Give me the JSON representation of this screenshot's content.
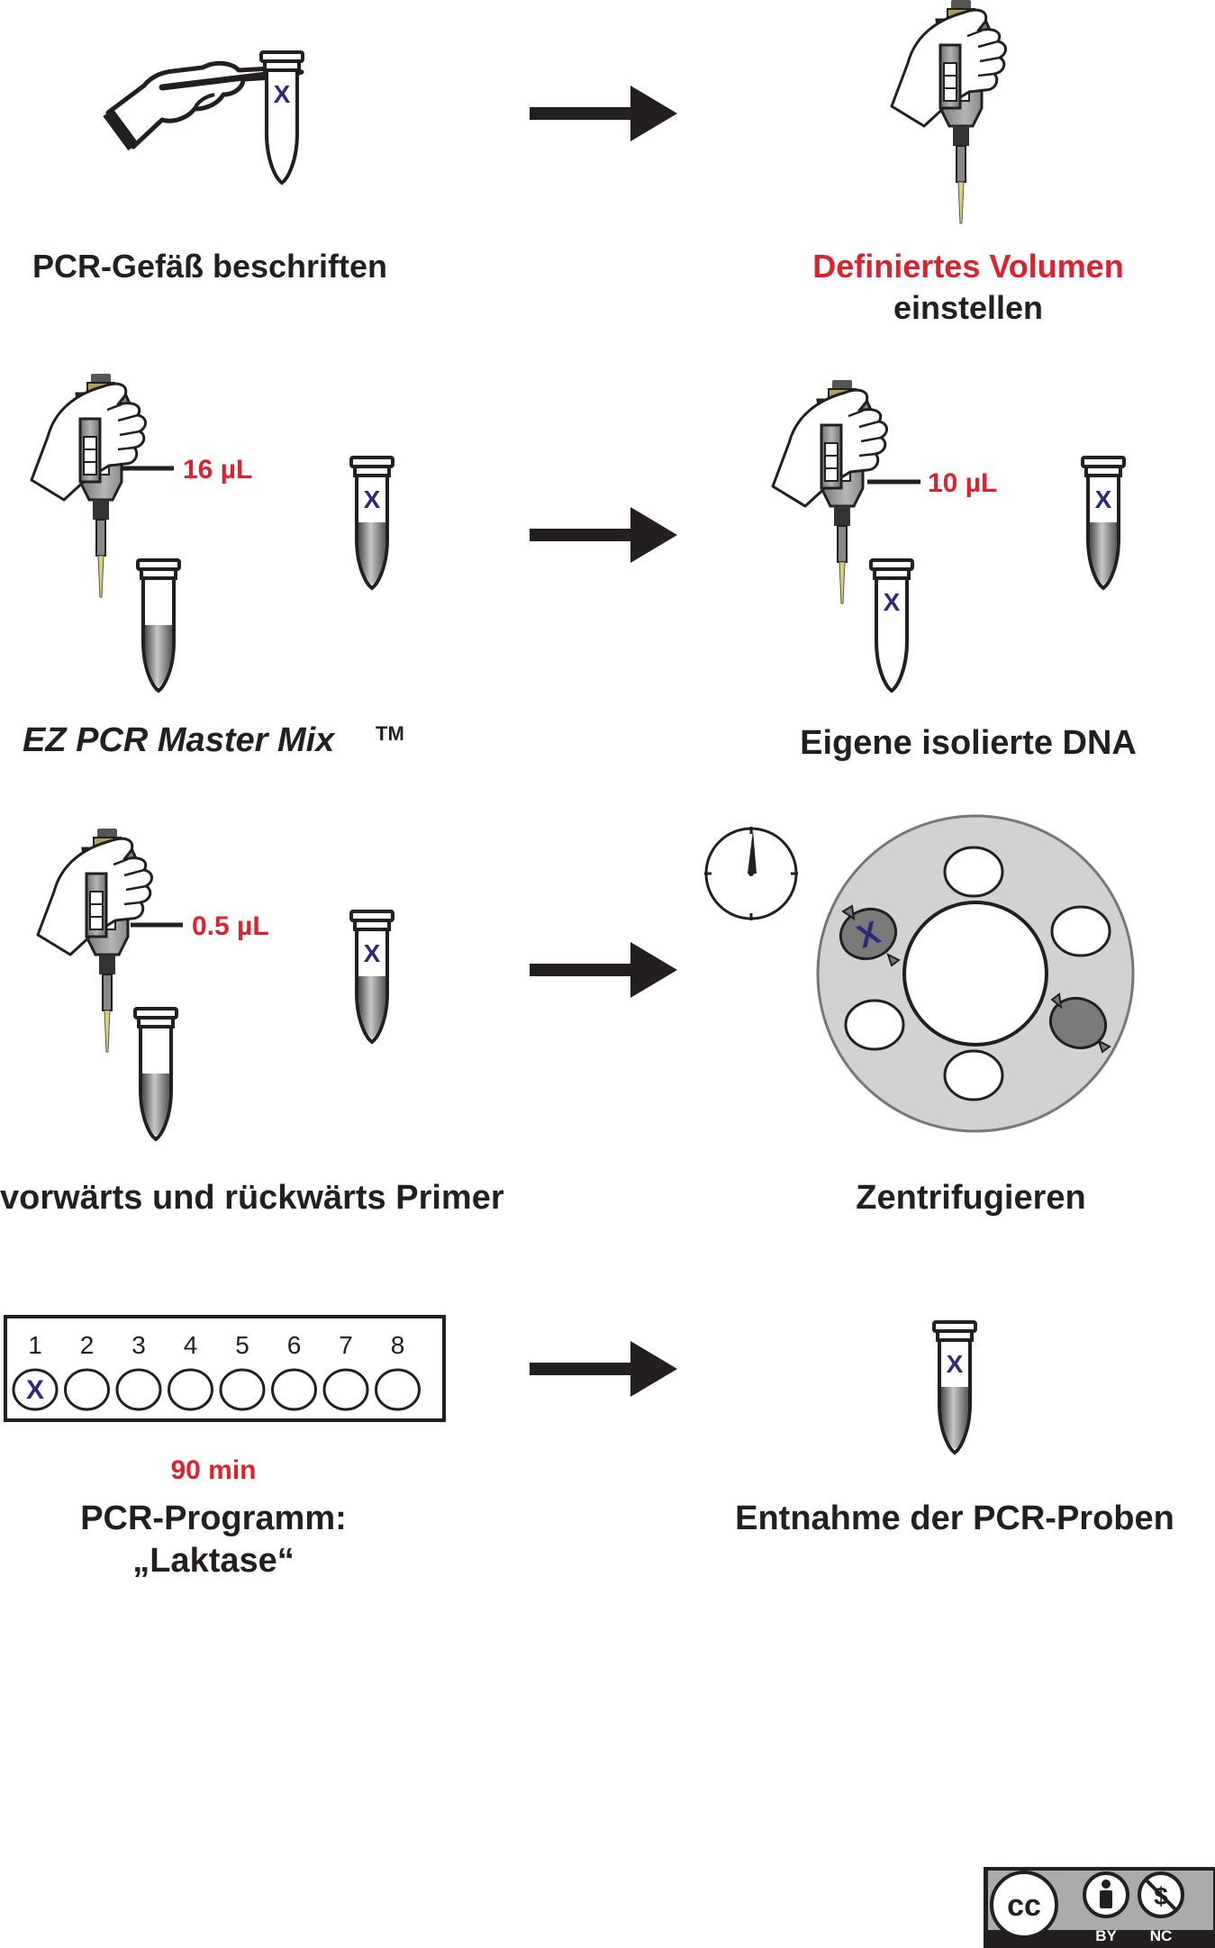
{
  "steps": {
    "label_tube": {
      "text": "PCR-Gefäß beschriften"
    },
    "set_volume": {
      "line1": "Definiertes Volumen",
      "line2": "einstellen"
    },
    "master_mix": {
      "volume": "16 µL",
      "text": "EZ PCR Master Mix",
      "trademark": "TM"
    },
    "dna": {
      "volume": "10 µL",
      "text": "Eigene isolierte DNA"
    },
    "primer": {
      "volume": "0.5 µL",
      "text": "vorwärts und rückwärts Primer"
    },
    "centrifuge": {
      "text": "Zentrifugieren"
    },
    "pcr_program": {
      "duration": "90 min",
      "line1": "PCR-Programm:",
      "line2": "„Laktase“",
      "slots": [
        "1",
        "2",
        "3",
        "4",
        "5",
        "6",
        "7",
        "8"
      ]
    },
    "retrieve": {
      "text": "Entnahme der PCR-Proben"
    }
  },
  "tube_mark": "X",
  "license": {
    "by": "BY",
    "nc": "NC"
  },
  "colors": {
    "accent_red": "#d9232e",
    "text": "#231f20",
    "mark_blue": "#2e2a7a",
    "pipette_gray": "#8a8a8a"
  }
}
